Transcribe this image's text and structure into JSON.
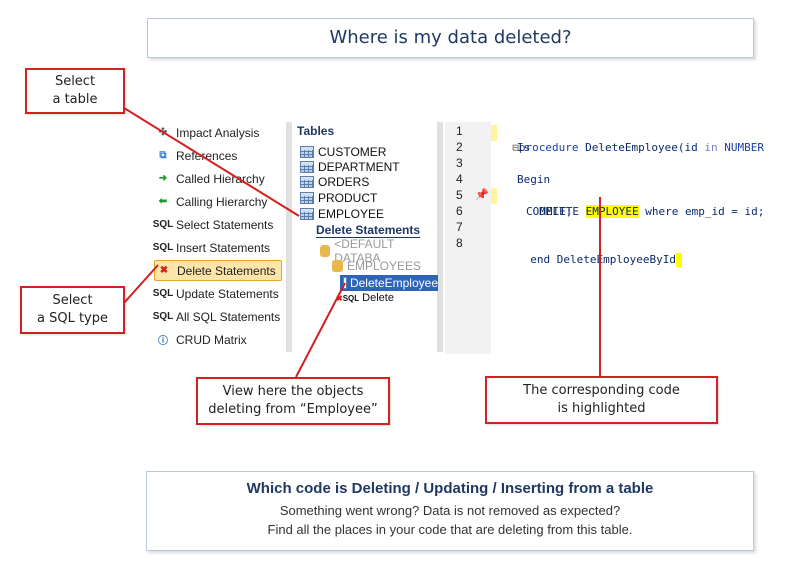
{
  "header": {
    "title": "Where is my data deleted?"
  },
  "callouts": {
    "select_table": [
      "Select",
      "a table"
    ],
    "select_sql": [
      "Select",
      "a SQL type"
    ],
    "view_objects": [
      "View here the objects",
      "deleting from “Employee”"
    ],
    "code_highlighted": [
      "The corresponding code",
      "is highlighted"
    ]
  },
  "nav": {
    "items": [
      {
        "label": "Impact Analysis",
        "icon": "impact-icon"
      },
      {
        "label": "References",
        "icon": "references-icon"
      },
      {
        "label": "Called Hierarchy",
        "icon": "called-hierarchy-icon"
      },
      {
        "label": "Calling Hierarchy",
        "icon": "calling-hierarchy-icon"
      },
      {
        "label": "Select Statements",
        "icon": "sql-select-icon"
      },
      {
        "label": "Insert Statements",
        "icon": "sql-insert-icon"
      },
      {
        "label": "Delete Statements",
        "icon": "sql-delete-icon",
        "selected": true
      },
      {
        "label": "Update Statements",
        "icon": "sql-update-icon"
      },
      {
        "label": "All SQL Statements",
        "icon": "sql-all-icon"
      },
      {
        "label": "CRUD Matrix",
        "icon": "crud-icon"
      }
    ]
  },
  "tables": {
    "heading": "Tables",
    "items": [
      "CUSTOMER",
      "DEPARTMENT",
      "ORDERS",
      "PRODUCT",
      "EMPLOYEE"
    ],
    "delete_heading": "Delete Statements",
    "tree": {
      "db": "<DEFAULT DATABA",
      "schema": "EMPLOYEES",
      "proc": "DeleteEmployee",
      "stmt": "Delete"
    }
  },
  "code": {
    "line_numbers": [
      "1",
      "2",
      "3",
      "4",
      "5",
      "6",
      "7",
      "8"
    ],
    "l1_kw": "procedure",
    "l1_rest": " DeleteEmployee(id ",
    "l1_in": "in",
    "l1_type": " NUMBER",
    "l2": "Is",
    "l4": "Begin",
    "l5_a": "DELETE ",
    "l5_hl": "EMPLOYEE",
    "l5_b": " where emp_id = id;",
    "l6": "COMMIT;",
    "l8_a": "end DeleteEmployeeById",
    "collapse": "⊟"
  },
  "bottom": {
    "title": "Which code is Deleting / Updating / Inserting from a table",
    "line1": "Something  went wrong? Data is not removed  as expected?",
    "line2": "Find all the places in your code that are deleting from this table."
  }
}
